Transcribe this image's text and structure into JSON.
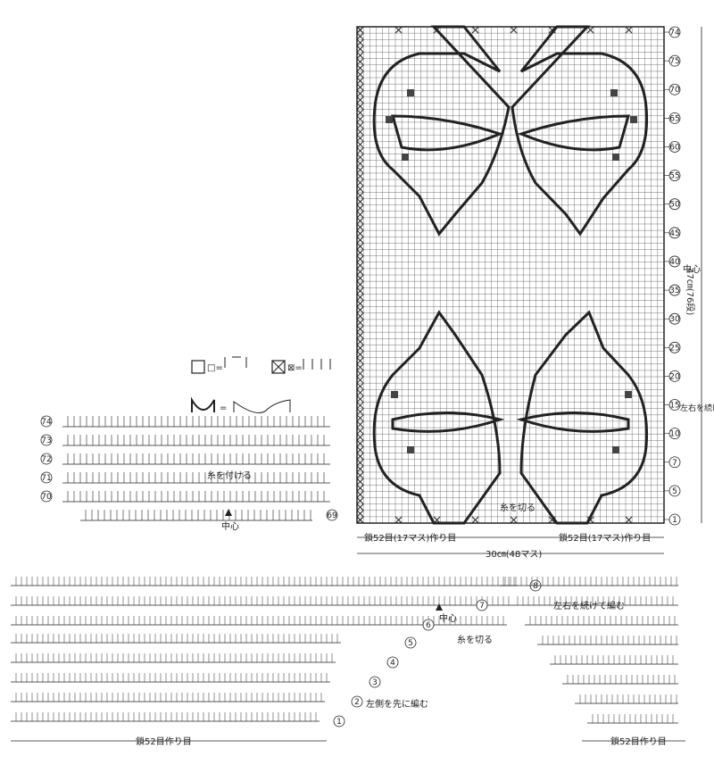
{
  "chart": {
    "grid_size": "47㎝(76段)",
    "width_label": "30㎝(48マス)",
    "left_chain": "鎖52目(17マス)作り目",
    "right_chain": "鎖52目(17マス)作り目",
    "center_label": "中心",
    "cut_label": "糸を切る",
    "continue_label": "左右を続けて編む",
    "row_marks": [
      "74",
      "75",
      "70",
      "65",
      "60",
      "55",
      "50",
      "45",
      "40",
      "35",
      "30",
      "25",
      "20",
      "15",
      "10",
      "7",
      "5",
      "1"
    ]
  },
  "legend": {
    "open_mesh": "□=",
    "filled_mesh": "⊠=",
    "lacet": "="
  },
  "top_left_detail": {
    "attach_label": "糸を付ける",
    "center_label": "中心",
    "row_marks": [
      "74",
      "73",
      "72",
      "71",
      "70",
      "69"
    ]
  },
  "bottom_detail": {
    "center_label": "中心",
    "cut_label": "糸を切る",
    "continue_label": "左右を続けて編む",
    "left_first_label": "左側を先に編む",
    "left_chain": "鎖52目作り目",
    "right_chain": "鎖52目作り目",
    "row_marks": [
      "1",
      "2",
      "3",
      "4",
      "5",
      "6",
      "7",
      "8"
    ]
  }
}
